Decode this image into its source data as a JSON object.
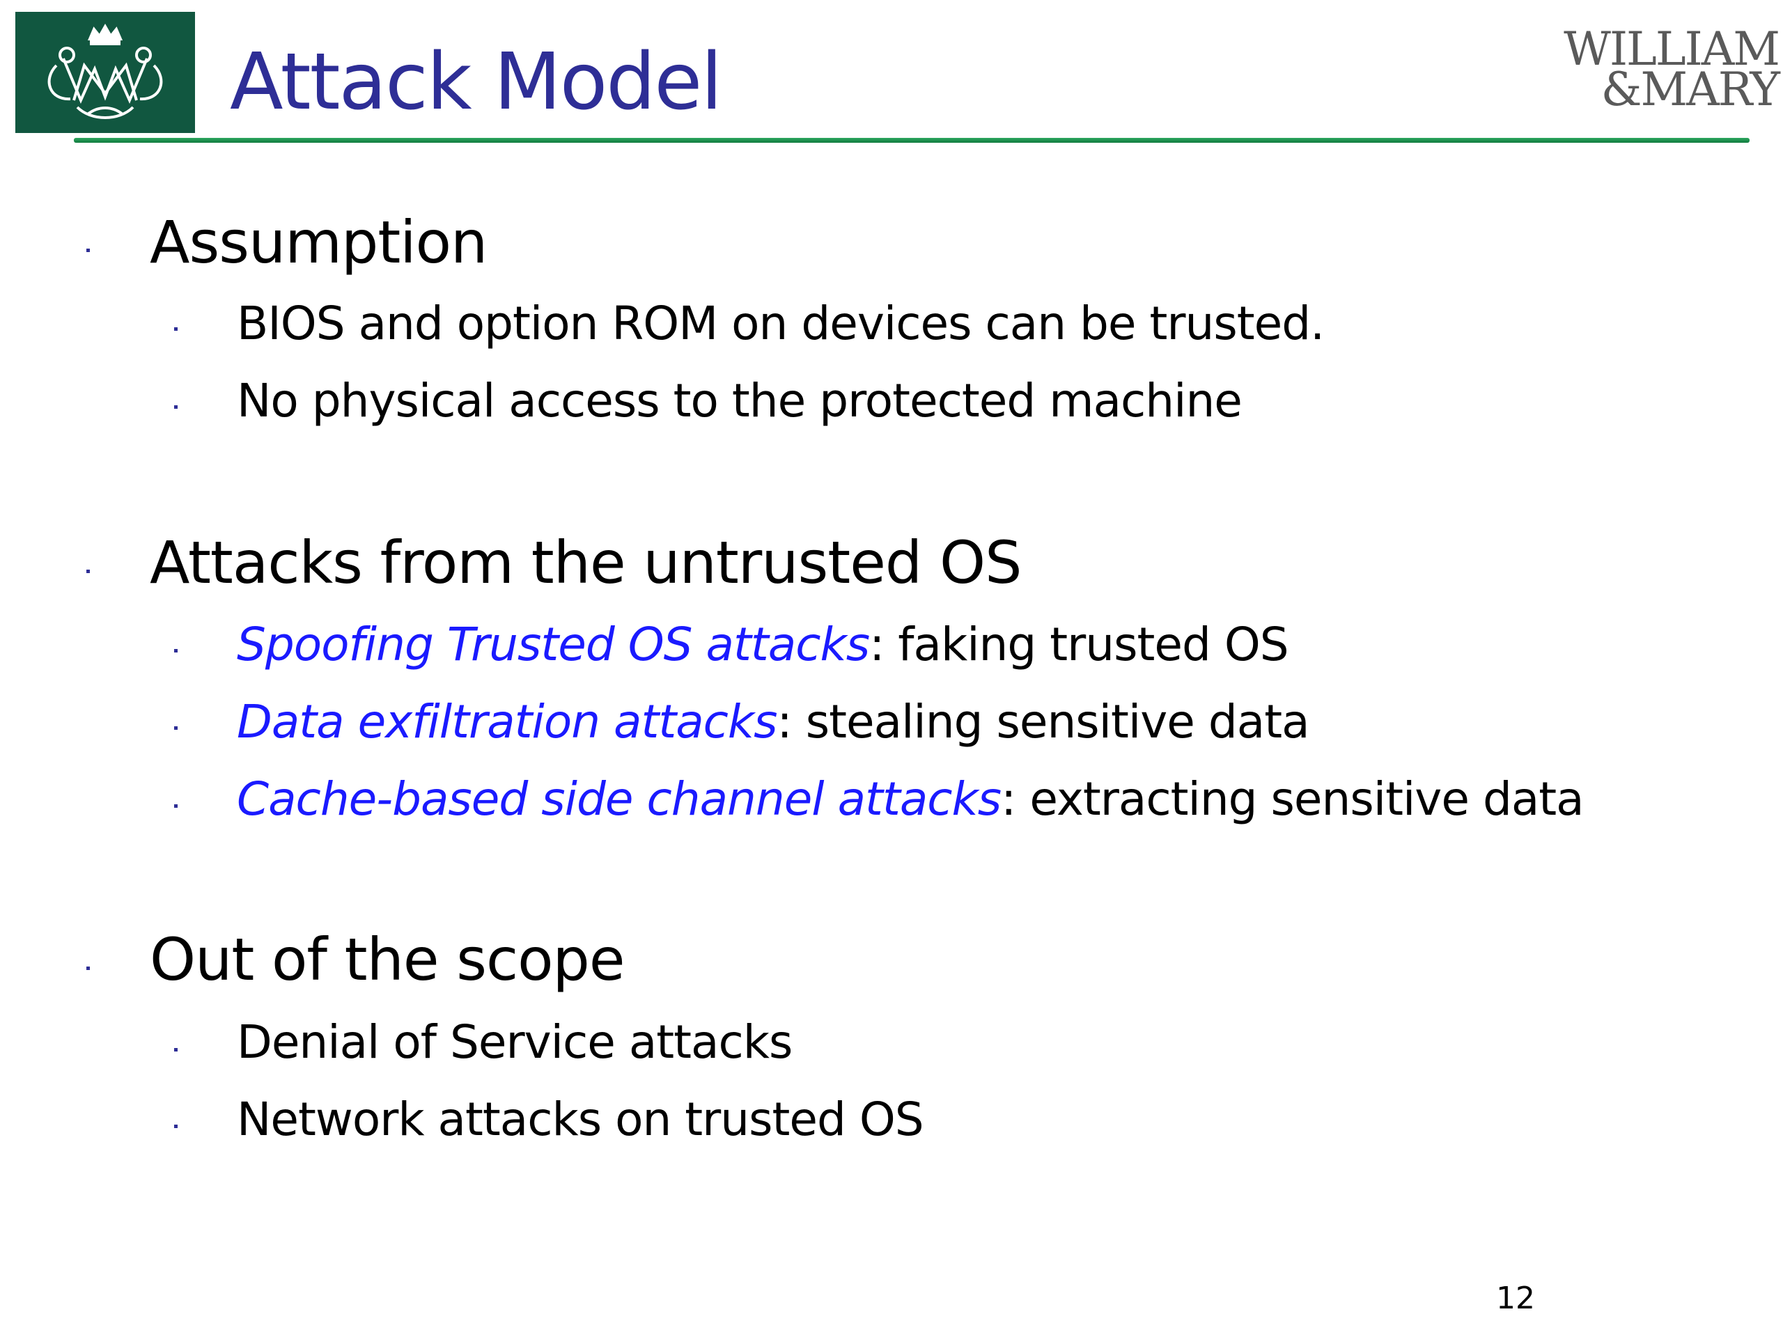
{
  "slide": {
    "title": "Attack Model",
    "wordmark": {
      "line1": "WILLIAM",
      "line2": "&MARY"
    },
    "page_number": "12"
  },
  "sections": [
    {
      "heading": "Assumption",
      "items": [
        {
          "emphasis": "",
          "text": "BIOS and option ROM on devices can be trusted."
        },
        {
          "emphasis": "",
          "text": "No physical access to the protected machine"
        }
      ]
    },
    {
      "heading": "Attacks from the untrusted OS",
      "items": [
        {
          "emphasis": "Spoofing Trusted OS attacks",
          "text": ": faking trusted OS"
        },
        {
          "emphasis": "Data exfiltration attacks",
          "text": ": stealing sensitive data"
        },
        {
          "emphasis": "Cache-based side channel attacks",
          "text": ": extracting sensitive data"
        }
      ]
    },
    {
      "heading": "Out of the scope",
      "items": [
        {
          "emphasis": "",
          "text": "Denial of Service attacks"
        },
        {
          "emphasis": "",
          "text": "Network attacks on trusted OS"
        }
      ]
    }
  ],
  "colors": {
    "title": "#2e2e96",
    "emphasis": "#1a1aff",
    "logo_bg": "#115740",
    "rule": "#0f7a3e"
  }
}
